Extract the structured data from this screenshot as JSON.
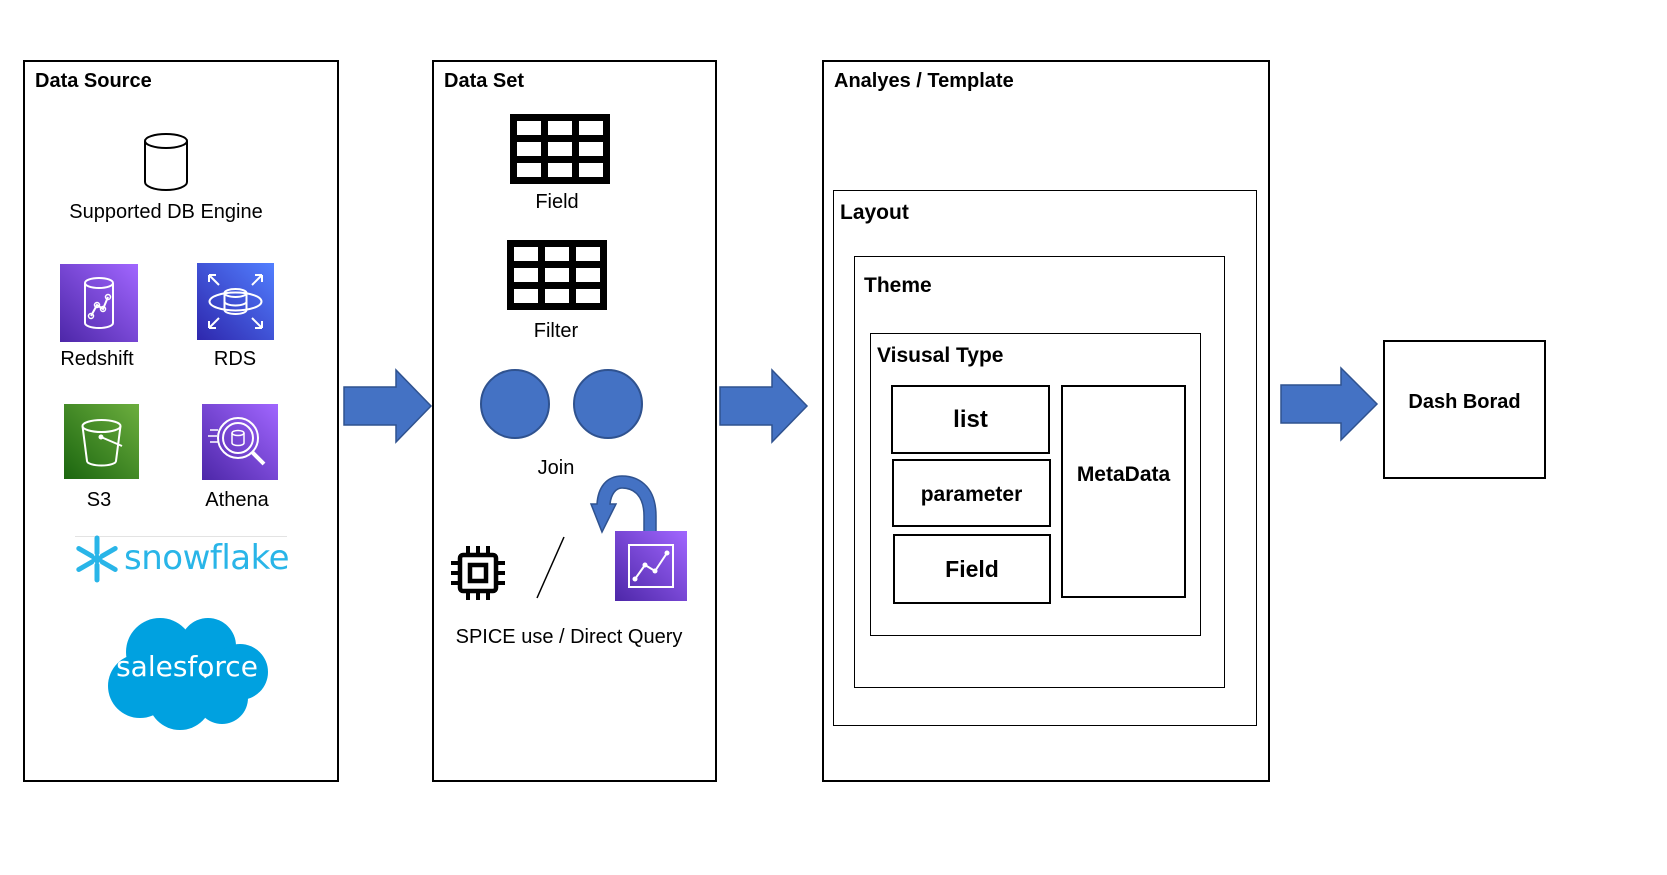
{
  "data_source": {
    "title": "Data Source",
    "items": {
      "db_engine": "Supported DB Engine",
      "redshift": "Redshift",
      "rds": "RDS",
      "s3": "S3",
      "athena": "Athena",
      "snowflake": "snowflake",
      "salesforce": "salesforce"
    }
  },
  "data_set": {
    "title": "Data Set",
    "items": {
      "field": "Field",
      "filter": "Filter",
      "join": "Join",
      "query_mode": "SPICE use / Direct Query"
    }
  },
  "analyses": {
    "title": "Analyes / Template",
    "layout": {
      "title": "Layout",
      "theme": {
        "title": "Theme",
        "visual_type": {
          "title": "Visusal Type",
          "items": [
            "list",
            "parameter",
            "Field"
          ],
          "metadata": "MetaData"
        }
      }
    }
  },
  "dashboard": {
    "title": "Dash Borad"
  },
  "colors": {
    "arrow": "#4472c4",
    "redshift_bg": "#8c4fff",
    "rds_bg": "#2e73b8",
    "s3_bg": "#3f8624",
    "athena_bg": "#8c4fff",
    "snowflake": "#29b5e8",
    "salesforce": "#00a1e0"
  }
}
